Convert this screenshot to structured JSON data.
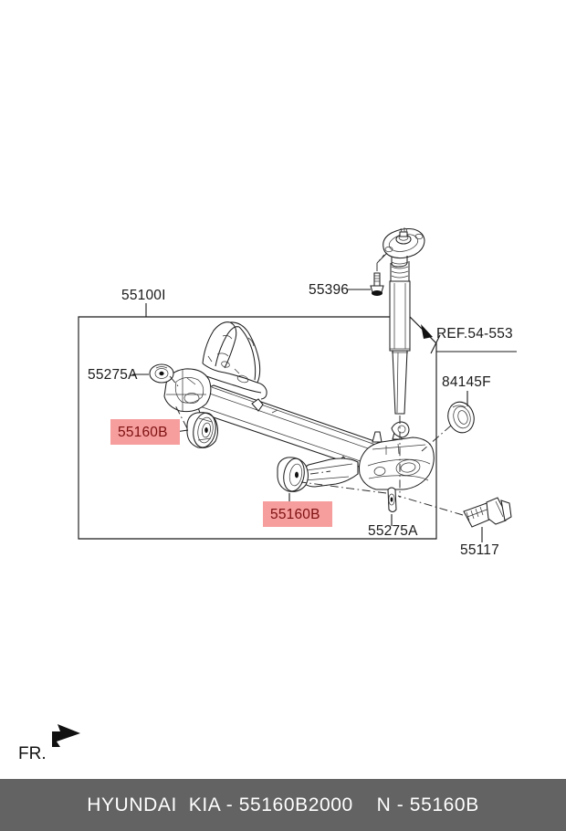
{
  "diagram": {
    "type": "automotive-parts-exploded-diagram",
    "subject": "Rear torsion beam axle assembly",
    "orientation_marker": {
      "label": "FR.",
      "icon": "front-direction-arrow"
    },
    "assembly_box": {
      "label": "55100I",
      "description": "rear axle assembly boundary"
    },
    "callouts": [
      {
        "id": "c1",
        "label": "55100I",
        "highlighted": false,
        "part": "rear-axle-assembly"
      },
      {
        "id": "c2",
        "label": "55275A",
        "highlighted": false,
        "part": "washer-plate-left"
      },
      {
        "id": "c3",
        "label": "55160B",
        "highlighted": true,
        "part": "trailing-arm-bushing-left"
      },
      {
        "id": "c4",
        "label": "55396",
        "highlighted": false,
        "part": "shock-mount-bolt"
      },
      {
        "id": "c5",
        "label": "REF.54-553",
        "highlighted": false,
        "part": "shock-absorber-reference"
      },
      {
        "id": "c6",
        "label": "84145F",
        "highlighted": false,
        "part": "grommet-seal"
      },
      {
        "id": "c7",
        "label": "55160B",
        "highlighted": true,
        "part": "trailing-arm-bushing-right"
      },
      {
        "id": "c8",
        "label": "55275A",
        "highlighted": false,
        "part": "washer-plate-right"
      },
      {
        "id": "c9",
        "label": "55117",
        "highlighted": false,
        "part": "mounting-bolt"
      }
    ],
    "colors": {
      "highlight_fill": "#f69d9d",
      "highlight_text": "#7d1111",
      "line": "#1a1a1a",
      "footer_bg": "#636363",
      "footer_text": "#ffffff"
    }
  },
  "footer": {
    "brand": "HYUNDAI  KIA",
    "separator_1": " - ",
    "part_number": "55160B2000",
    "gap": "    ",
    "group": "N",
    "separator_2": " - ",
    "group_code": "55160B",
    "full_text": "HYUNDAI  KIA - 55160B2000    N - 55160B"
  }
}
